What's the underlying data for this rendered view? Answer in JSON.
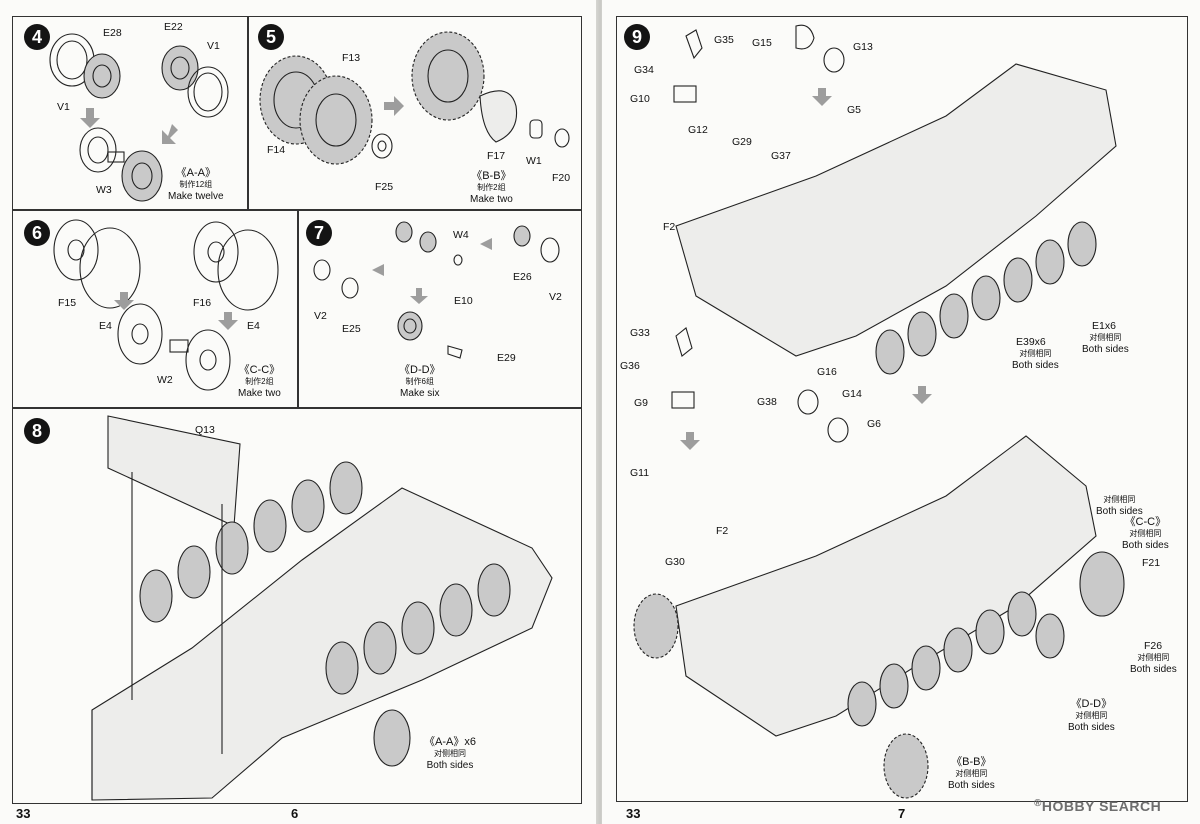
{
  "left_page": {
    "footer_left": "33",
    "footer_center": "6",
    "step4": {
      "number": "4",
      "parts": {
        "e28": "E28",
        "e22": "E22",
        "v1_a": "V1",
        "v1_b": "V1",
        "w3": "W3"
      },
      "note": {
        "ref": "《A-A》",
        "qty_cn": "制作12组",
        "qty_en": "Make twelve"
      }
    },
    "step5": {
      "number": "5",
      "parts": {
        "f13": "F13",
        "f14": "F14",
        "f25": "F25",
        "f17": "F17",
        "w1": "W1",
        "f20": "F20"
      },
      "note": {
        "ref": "《B-B》",
        "qty_cn": "制作2组",
        "qty_en": "Make two"
      }
    },
    "step6": {
      "number": "6",
      "parts": {
        "f15": "F15",
        "f16": "F16",
        "e4_a": "E4",
        "e4_b": "E4",
        "w2": "W2"
      },
      "note": {
        "ref": "《C-C》",
        "qty_cn": "制作2组",
        "qty_en": "Make two"
      }
    },
    "step7": {
      "number": "7",
      "parts": {
        "w4": "W4",
        "e10": "E10",
        "e26": "E26",
        "v2_a": "V2",
        "v2_b": "V2",
        "e25": "E25",
        "e29": "E29"
      },
      "note": {
        "ref": "《D-D》",
        "qty_cn": "制作6组",
        "qty_en": "Make six"
      }
    },
    "step8": {
      "number": "8",
      "parts": {
        "q13": "Q13"
      },
      "note": {
        "ref": "《A-A》x6",
        "side_cn": "对侧相同",
        "side_en": "Both sides"
      }
    }
  },
  "right_page": {
    "footer_left": "33",
    "footer_center": "7",
    "step9": {
      "number": "9",
      "parts": {
        "g35": "G35",
        "g34": "G34",
        "g10": "G10",
        "g15": "G15",
        "g13": "G13",
        "g5": "G5",
        "g12": "G12",
        "g29": "G29",
        "g37": "G37",
        "f2_a": "F2",
        "e39": "E39x6",
        "e1": "E1x6",
        "g33": "G33",
        "g36": "G36",
        "g9": "G9",
        "g16": "G16",
        "g14": "G14",
        "g6": "G6",
        "g38": "G38",
        "g11": "G11",
        "f2_b": "F2",
        "g30": "G30",
        "f21": "F21",
        "f26": "F26"
      },
      "notes": {
        "e39_side_cn": "对侧相同",
        "e39_side_en": "Both sides",
        "e1_side_cn": "对侧相同",
        "e1_side_en": "Both sides",
        "cc_side_cn": "对侧相同",
        "cc_side_en": "Both sides",
        "cc_ref": "《C-C》",
        "cc_side2_cn": "对侧相同",
        "cc_side2_en": "Both sides",
        "f26_side_cn": "对侧相同",
        "f26_side_en": "Both sides",
        "dd_ref": "《D-D》",
        "dd_side_cn": "对侧相同",
        "dd_side_en": "Both sides",
        "bb_ref": "《B-B》",
        "bb_side_cn": "对侧相同",
        "bb_side_en": "Both sides"
      }
    }
  },
  "watermark": {
    "brand": "HOBBY SEARCH",
    "mark": "®"
  }
}
